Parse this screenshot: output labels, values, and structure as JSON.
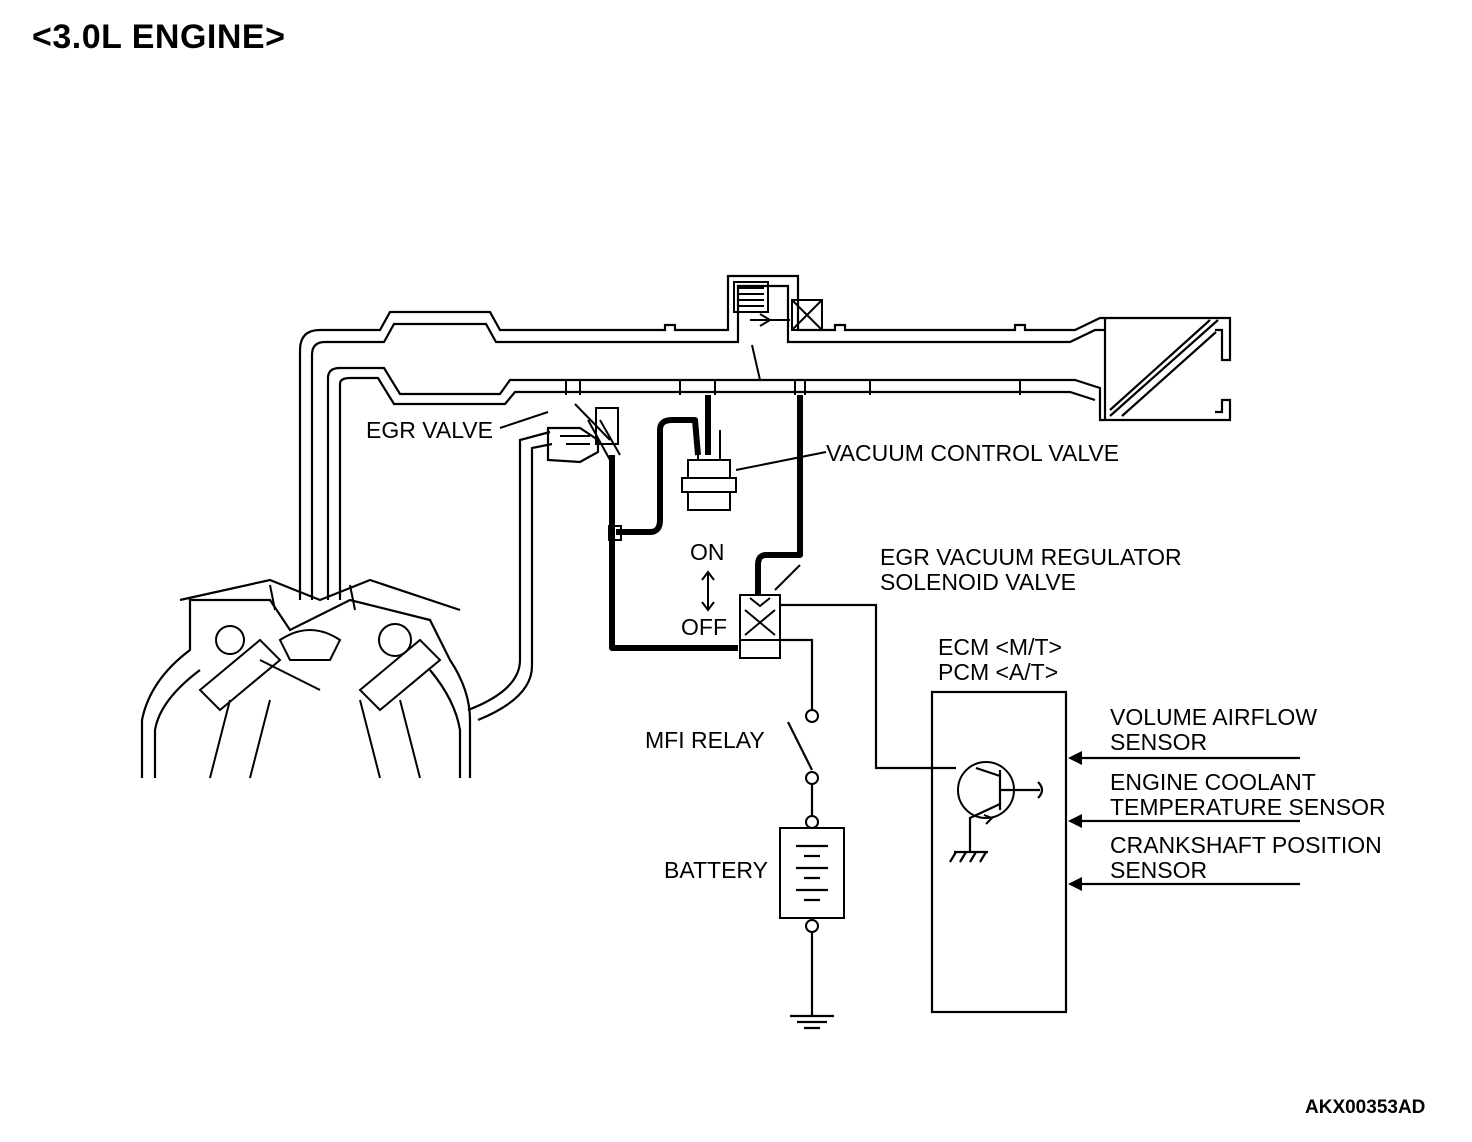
{
  "title": "<3.0L ENGINE>",
  "drawing_code": "AKX00353AD",
  "labels": {
    "egr_valve": "EGR VALVE",
    "vacuum_control_valve": "VACUUM CONTROL VALVE",
    "egr_solenoid_line1": "EGR VACUUM REGULATOR",
    "egr_solenoid_line2": "SOLENOID VALVE",
    "on": "ON",
    "off": "OFF",
    "mfi_relay": "MFI RELAY",
    "battery": "BATTERY",
    "ecm": "ECM <M/T>",
    "pcm": "PCM <A/T>",
    "sensor1_line1": "VOLUME AIRFLOW",
    "sensor1_line2": "SENSOR",
    "sensor2_line1": "ENGINE COOLANT",
    "sensor2_line2": "TEMPERATURE SENSOR",
    "sensor3_line1": "CRANKSHAFT POSITION",
    "sensor3_line2": "SENSOR"
  }
}
